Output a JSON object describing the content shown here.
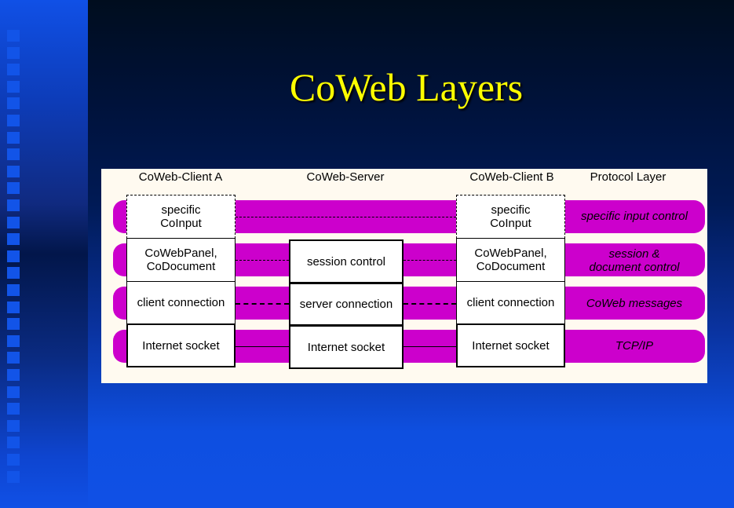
{
  "title": "CoWeb Layers",
  "headers": {
    "client_a": "CoWeb-Client A",
    "server": "CoWeb-Server",
    "client_b": "CoWeb-Client B",
    "protocol": "Protocol Layer"
  },
  "client": {
    "input_1": "specific",
    "input_2": "CoInput",
    "panel_1": "CoWebPanel,",
    "panel_2": "CoDocument",
    "connection": "client connection",
    "socket": "Internet socket"
  },
  "server": {
    "session": "session control",
    "connection": "server connection",
    "socket": "Internet socket"
  },
  "protocol": {
    "input": "specific input control",
    "session_1": "session &",
    "session_2": "document control",
    "messages": "CoWeb messages",
    "tcp": "TCP/IP"
  },
  "colors": {
    "band": "#cc00cc",
    "title": "#ffff00"
  }
}
